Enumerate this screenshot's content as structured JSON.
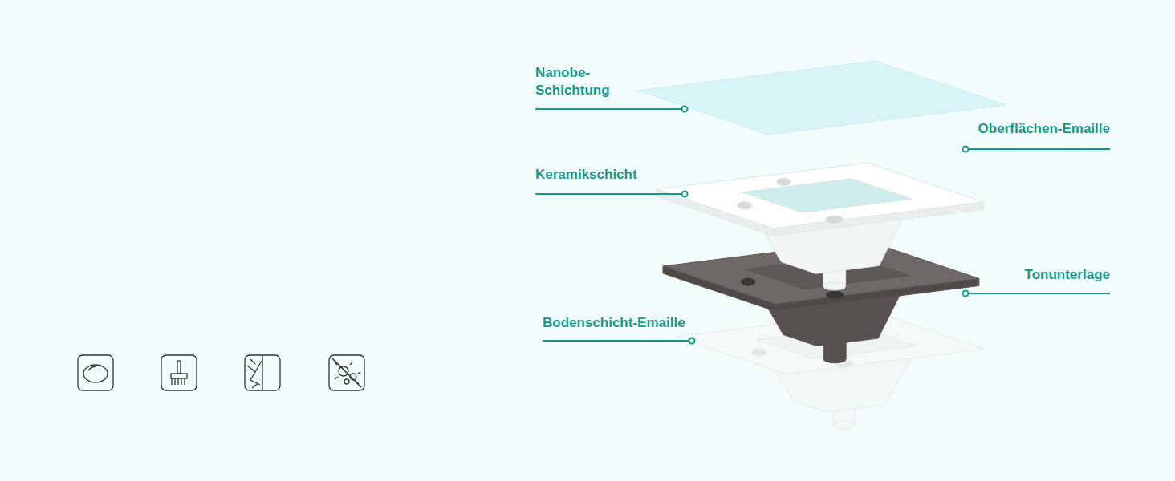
{
  "diagram": {
    "labels": [
      "Nanobe- Schichtung",
      "Oberflächen-Emaille",
      "Keramikschicht",
      "Tonunterlage",
      "Bodenschicht-Emaille"
    ]
  }
}
